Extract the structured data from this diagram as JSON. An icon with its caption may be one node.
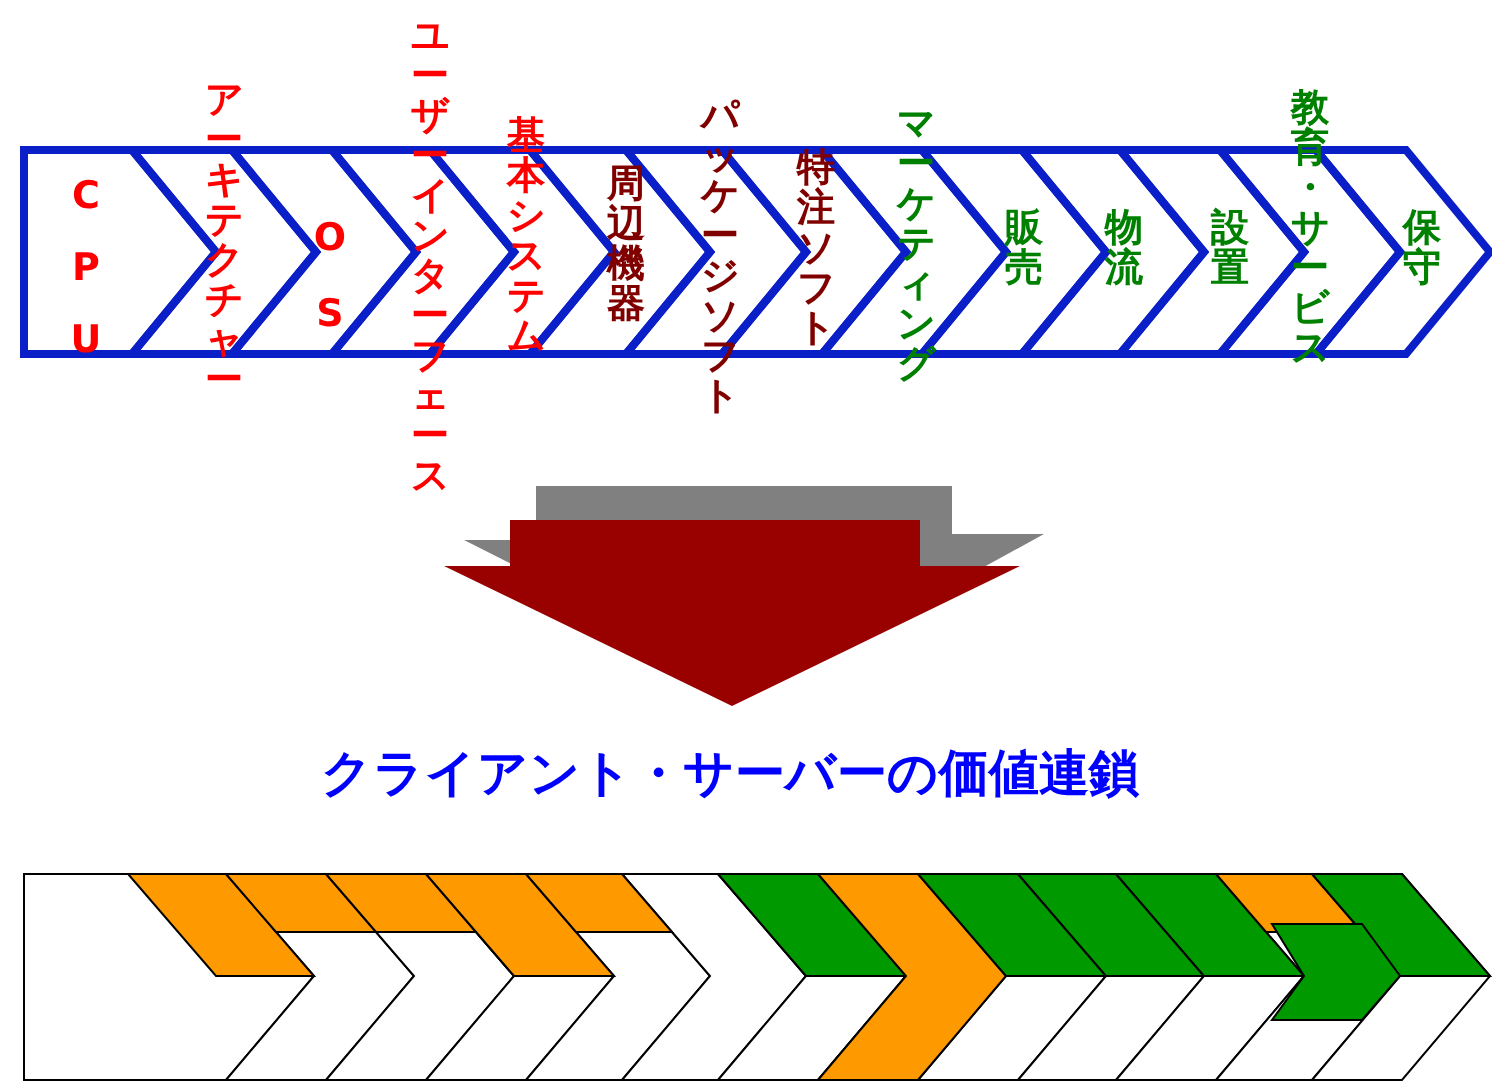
{
  "diagram": {
    "title": "クライアント・サーバーの価値連鎖",
    "nodes": [
      {
        "text": [
          "CPU"
        ]
      },
      {
        "text": [
          "アーキテクチャー"
        ]
      },
      {
        "text": [
          "OS"
        ]
      },
      {
        "text": [
          "ユーザーインターフェース"
        ]
      },
      {
        "text": [
          "基本システム"
        ]
      },
      {
        "text": [
          "周辺機器"
        ]
      },
      {
        "text": [
          "パッケージソフト"
        ]
      },
      {
        "text": [
          "特注ソフト"
        ]
      },
      {
        "text": [
          "マーケティング"
        ]
      },
      {
        "text": [
          "販売"
        ]
      },
      {
        "text": [
          "物流"
        ]
      },
      {
        "text": [
          "設置"
        ]
      },
      {
        "text": [
          "教育・サービス"
        ]
      },
      {
        "text": [
          "保守"
        ]
      }
    ]
  }
}
